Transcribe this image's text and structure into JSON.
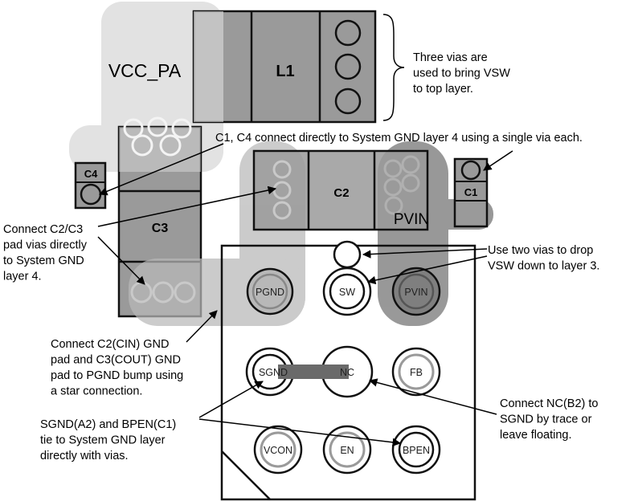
{
  "components": {
    "vcc_pa": "VCC_PA",
    "l1": "L1",
    "c1": "C1",
    "c2": "C2",
    "c3": "C3",
    "c4": "C4",
    "pvin_plane": "PVIN"
  },
  "bumps": {
    "pgnd": "PGND",
    "sw": "SW",
    "pvin": "PVIN",
    "sgnd": "SGND",
    "nc": "NC",
    "fb": "FB",
    "vcon": "VCON",
    "en": "EN",
    "bpen": "BPEN"
  },
  "annotations": {
    "three_vias": [
      "Three vias are",
      "used to bring VSW",
      "to top layer."
    ],
    "c1_c4": [
      "C1, C4 connect directly to System GND layer 4 using a single via each."
    ],
    "c2_c3": [
      "Connect C2/C3",
      "pad vias directly",
      "to System GND",
      "layer 4."
    ],
    "two_vias": [
      "Use two vias to drop",
      "VSW down to layer 3."
    ],
    "star": [
      "Connect C2(CIN) GND",
      "pad and C3(COUT) GND",
      "pad to PGND bump using",
      "a star connection."
    ],
    "nc": [
      "Connect NC(B2) to",
      "SGND by trace or",
      "leave floating."
    ],
    "sgnd": [
      "SGND(A2) and BPEN(C1)",
      "tie to System GND layer",
      "directly with vias."
    ]
  },
  "colors": {
    "light_plane": "#e2e2e2",
    "mid_plane": "#b8b8b8",
    "component": "#9a9a9a",
    "dark_plane": "#7f7f7f",
    "trace": "#6a6a6a"
  }
}
